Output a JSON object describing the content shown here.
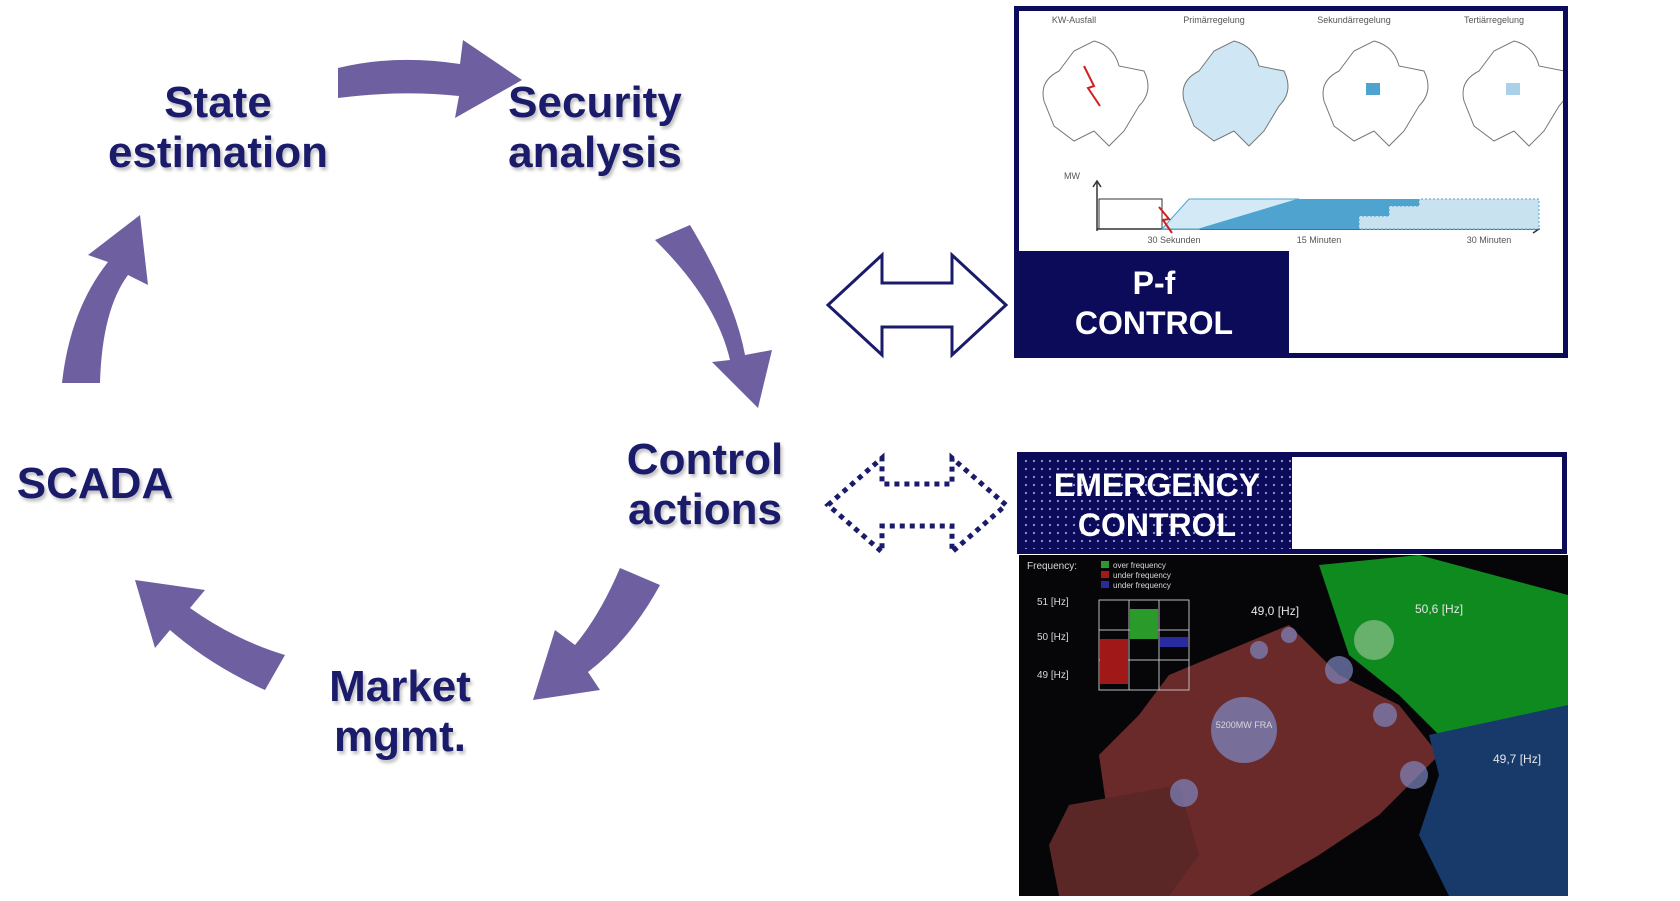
{
  "cycle": {
    "state_estimation": "State\nestimation",
    "security_analysis": "Security\nanalysis",
    "control_actions": "Control\nactions",
    "market_mgmt": "Market\nmgmt.",
    "scada": "SCADA"
  },
  "colors": {
    "arrow": "#6e5fa0",
    "label": "#1b1b6b",
    "panel": "#0b0b5a"
  },
  "pf_panel": {
    "title": "P-f\nCONTROL",
    "map_titles": [
      "KW-Ausfall",
      "Primärregelung",
      "Sekundärregelung",
      "Tertiärregelung"
    ],
    "y_axis_label": "MW",
    "time_labels": [
      "30 Sekunden",
      "15 Minuten",
      "30 Minuten"
    ]
  },
  "emergency_panel": {
    "title": "EMERGENCY\nCONTROL",
    "legend_title": "Frequency:",
    "legend_items": [
      "over frequency",
      "under frequency",
      "under frequency"
    ],
    "legend_colors": [
      "#2a9a2a",
      "#a01818",
      "#2a2aa0"
    ],
    "y_labels": [
      "51 [Hz]",
      "50 [Hz]",
      "49 [Hz]"
    ],
    "region_labels": [
      "49,0 [Hz]",
      "50,6 [Hz]",
      "49,7 [Hz]"
    ],
    "bubble_labels": [
      "5200MW\nFRA"
    ]
  }
}
